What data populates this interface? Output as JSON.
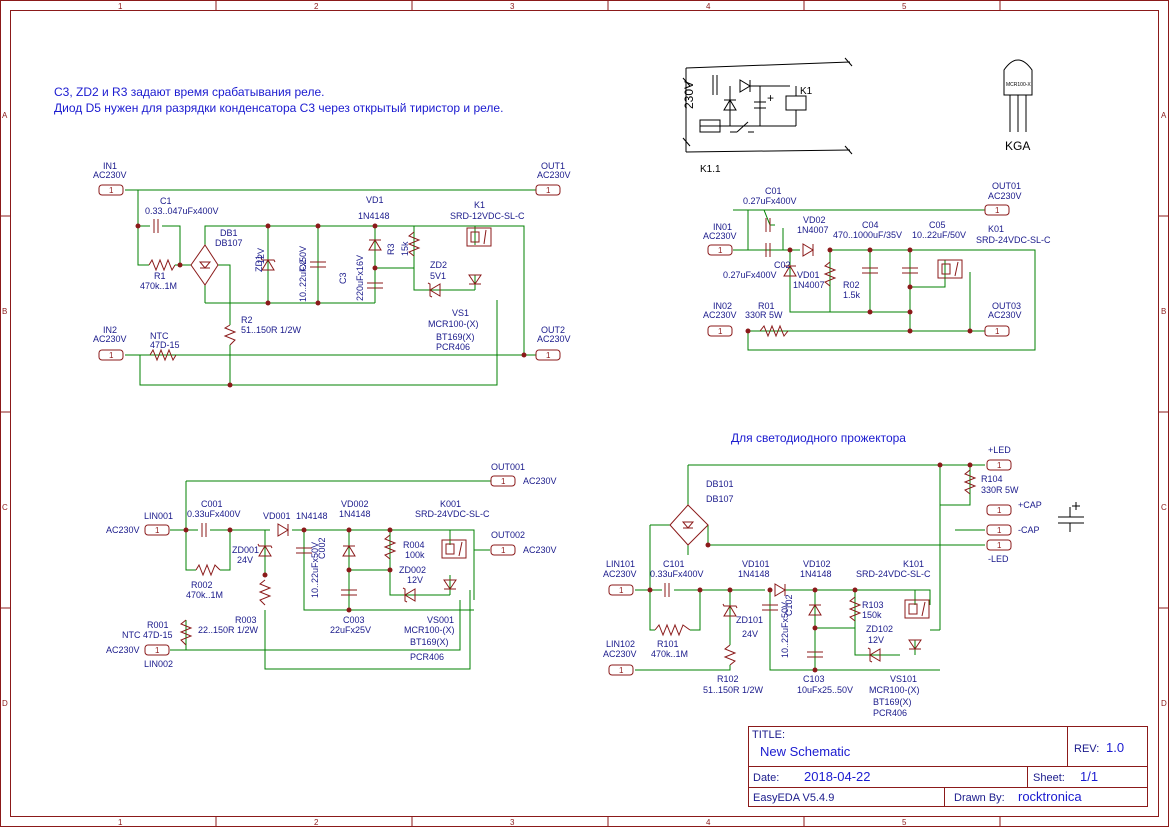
{
  "notes": {
    "line1": "C3, ZD2 и R3 задают время срабатывания реле.",
    "line2": "Диод D5 нужен для разрядки конденсатора C3 через открытый тиристор и реле.",
    "projector": "Для светодиодного прожектора"
  },
  "grid": {
    "cols": [
      "1",
      "2",
      "3",
      "4",
      "5"
    ],
    "rows": [
      "A",
      "B",
      "C",
      "D"
    ]
  },
  "sketch": {
    "voltage": "230V",
    "relay": "K1",
    "contact": "K1.1",
    "package_text": "MCR100-X",
    "package": "KGA"
  },
  "circuit1": {
    "in1": "IN1",
    "in1_v": "AC230V",
    "in2": "IN2",
    "in2_v": "AC230V",
    "out1": "OUT1",
    "out1_v": "AC230V",
    "out2": "OUT2",
    "out2_v": "AC230V",
    "c1": "C1",
    "c1_v": "0.33..047uFx400V",
    "r1": "R1",
    "r1_v": "470k..1M",
    "db1": "DB1",
    "db1_v": "DB107",
    "zd1": "ZD1",
    "zd1_v": "12V",
    "c2": "C2",
    "c2_v": "10..22uFx50V",
    "c3": "C3",
    "c3_v": "220uFx16V",
    "vd1": "VD1",
    "vd1_v": "1N4148",
    "r3": "R3",
    "r3_v": "15k",
    "zd2": "ZD2",
    "zd2_v": "5V1",
    "k1": "K1",
    "k1_v": "SRD-12VDC-SL-C",
    "r2": "R2",
    "r2_v": "51..150R 1/2W",
    "ntc": "NTC",
    "ntc_v": "47D-15",
    "vs1": "VS1",
    "vs1_a": "MCR100-(X)",
    "vs1_b": "BT169(X)",
    "vs1_c": "PCR406",
    "pin": "1"
  },
  "circuit2": {
    "in01": "IN01",
    "in01_v": "AC230V",
    "in02": "IN02",
    "in02_v": "AC230V",
    "out01": "OUT01",
    "out01_v": "AC230V",
    "out03": "OUT03",
    "out03_v": "AC230V",
    "c01": "C01",
    "c01_v": "0.27uFx400V",
    "c02": "C02",
    "c02_v": "0.27uFx400V",
    "vd02": "VD02",
    "vd02_v": "1N4007",
    "vd01": "VD01",
    "vd01_v": "1N4007",
    "c04": "C04",
    "c04_v": "470..1000uF/35V",
    "c05": "C05",
    "c05_v": "10..22uF/50V",
    "k01": "K01",
    "k01_v": "SRD-24VDC-SL-C",
    "r02": "R02",
    "r02_v": "1.5k",
    "r01": "R01",
    "r01_v": "330R 5W"
  },
  "circuit3": {
    "lin001": "LIN001",
    "lin001_v": "AC230V",
    "lin002": "LIN002",
    "lin002_v": "AC230V",
    "out001": "OUT001",
    "out001_v": "AC230V",
    "out002": "OUT002",
    "out002_v": "AC230V",
    "c001": "C001",
    "c001_v": "0.33uFx400V",
    "vd001": "VD001",
    "vd001_v": "1N4148",
    "vd002": "VD002",
    "vd002_v": "1N4148",
    "k001": "K001",
    "k001_v": "SRD-24VDC-SL-C",
    "zd001": "ZD001",
    "zd001_v": "24V",
    "c002": "C002",
    "c002_v": "10..22uFx50V",
    "r004": "R004",
    "r004_v": "100k",
    "zd002": "ZD002",
    "zd002_v": "12V",
    "r002": "R002",
    "r002_v": "470k..1M",
    "r001": "R001",
    "r001_v": "NTC 47D-15",
    "r003": "R003",
    "r003_v": "22..150R 1/2W",
    "c003": "C003",
    "c003_v": "22uFx25V",
    "vs001": "VS001",
    "vs001_a": "MCR100-(X)",
    "vs001_b": "BT169(X)",
    "vs001_c": "PCR406"
  },
  "circuit4": {
    "lin101": "LIN101",
    "lin101_v": "AC230V",
    "lin102": "LIN102",
    "lin102_v": "AC230V",
    "pled": "+LED",
    "r104": "R104",
    "r104_v": "330R 5W",
    "pcap": "+CAP",
    "mcap": "-CAP",
    "mled": "-LED",
    "db101": "DB101",
    "db101_v": "DB107",
    "c101": "C101",
    "c101_v": "0.33uFx400V",
    "vd101": "VD101",
    "vd101_v": "1N4148",
    "vd102": "VD102",
    "vd102_v": "1N4148",
    "k101": "K101",
    "k101_v": "SRD-24VDC-SL-C",
    "r101": "R101",
    "r101_v": "470k..1M",
    "zd101": "ZD101",
    "zd101_v": "24V",
    "c102": "C102",
    "c102_v": "10..22uFx50V",
    "r103": "R103",
    "r103_v": "150k",
    "zd102": "ZD102",
    "zd102_v": "12V",
    "r102": "R102",
    "r102_v": "51..150R 1/2W",
    "c103": "C103",
    "c103_v": "10uFx25..50V",
    "vs101": "VS101",
    "vs101_a": "MCR100-(X)",
    "vs101_b": "BT169(X)",
    "vs101_c": "PCR406"
  },
  "titleblock": {
    "title_label": "TITLE:",
    "title": "New Schematic",
    "rev_label": "REV:",
    "rev": "1.0",
    "date_label": "Date:",
    "date": "2018-04-22",
    "sheet_label": "Sheet:",
    "sheet": "1/1",
    "tool": "EasyEDA V5.4.9",
    "drawn_label": "Drawn By:",
    "drawn": "rocktronica"
  }
}
